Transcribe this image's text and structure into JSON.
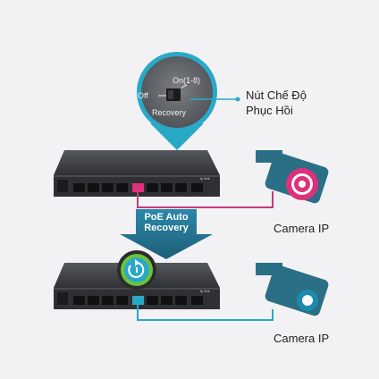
{
  "callout": {
    "switch_off_label": "Off",
    "switch_on_label": "On(1-8)",
    "switch_recovery_label": "Recovery",
    "recovery_mode_label_line1": "Nút Chế Độ",
    "recovery_mode_label_line2": "Phục Hồi"
  },
  "arrow": {
    "label_line1": "PoE Auto",
    "label_line2": "Recovery"
  },
  "cameras": [
    {
      "label": "Camera IP",
      "status_color": "#e0307a"
    },
    {
      "label": "Camera IP",
      "status_color": "#1e8ab0"
    }
  ],
  "switch_brand": "tp-link",
  "colors": {
    "teal": "#2aa8c8",
    "dark_teal": "#2b6f86",
    "magenta": "#c83a7a",
    "green": "#6ec23a",
    "switch_body": "#3c3e42"
  }
}
